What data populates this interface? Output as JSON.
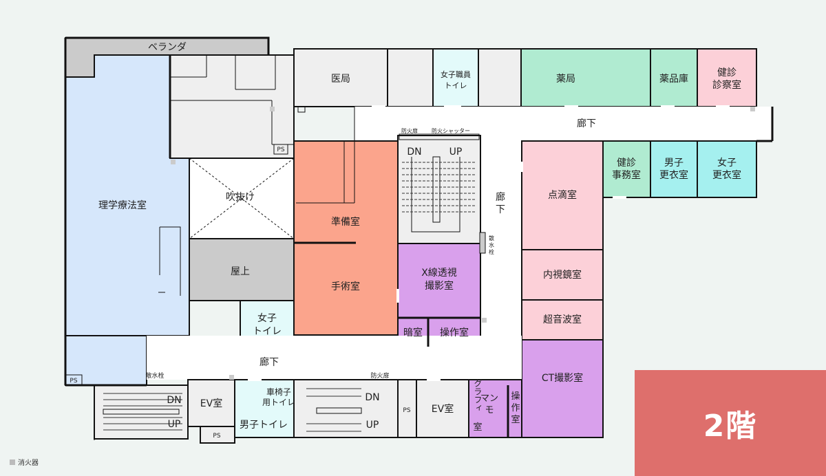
{
  "floor_label": "2階",
  "legend": {
    "extinguisher": "消火器"
  },
  "colors": {
    "blue": "#d6e7fb",
    "gray": "#efefef",
    "dark_gray": "#cbcbcb",
    "green": "#b0ebd1",
    "pink": "#fcd0d8",
    "cyan": "#a5f0ef",
    "salmon": "#fba48c",
    "purple": "#d9a0ec",
    "light_cyan": "#e3fafa",
    "white": "#ffffff",
    "badge": "#de6f6c"
  },
  "rooms": {
    "veranda": "ベランダ",
    "medical_office": "医局",
    "staff_toilet_w": [
      "女子職員",
      "トイレ"
    ],
    "pharmacy": "薬局",
    "drug_store": "薬品庫",
    "checkup_exam": [
      "健診",
      "診察室"
    ],
    "corridor_top": "廊下",
    "corridor_mid": [
      "廊",
      "下"
    ],
    "corridor_bottom": "廊下",
    "checkup_office": [
      "健診",
      "事務室"
    ],
    "men_locker": [
      "男子",
      "更衣室"
    ],
    "women_locker": [
      "女子",
      "更衣室"
    ],
    "pt_room": "理学療法室",
    "atrium": "吹抜け",
    "rooftop": "屋上",
    "women_toilet": [
      "女子",
      "トイレ"
    ],
    "prep_room": "準備室",
    "operating_room": "手術室",
    "xray_room": [
      "X線透視",
      "撮影室"
    ],
    "dark_room": "暗室",
    "control_room": "操作室",
    "iv_room": "点滴室",
    "endoscopy_room": "内視鏡室",
    "ultrasound_room": "超音波室",
    "ct_room": "CT撮影室",
    "mammography": [
      "マン",
      "モ",
      "グラフィ",
      "室"
    ],
    "ct_control": [
      "操",
      "作",
      "室"
    ],
    "ev_room": "EV室",
    "wheelchair_toilet": [
      "車椅子",
      "用トイレ"
    ],
    "men_toilet": "男子トイレ",
    "ps": "PS"
  },
  "markers": {
    "fire_door": "防火扉",
    "fire_shutter": "防火シャッター",
    "hydrant": "散水栓",
    "hydrant_vertical": [
      "散",
      "水",
      "栓"
    ],
    "stair_dn": "DN",
    "stair_up": "UP"
  }
}
